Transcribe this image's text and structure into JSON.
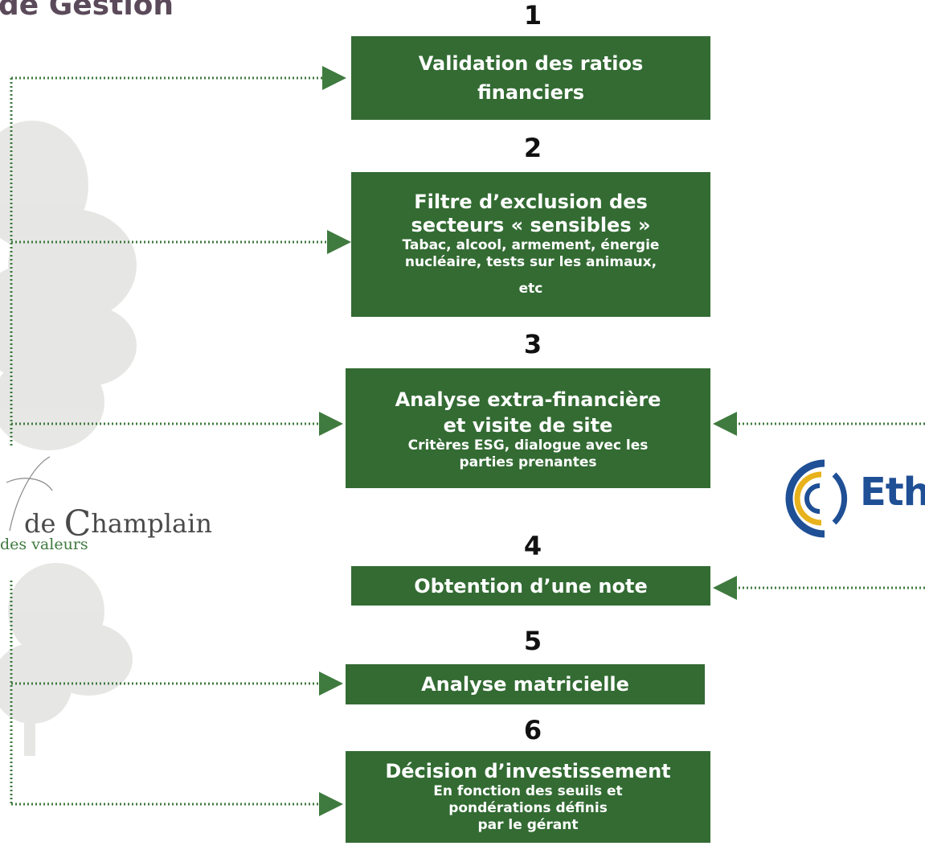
{
  "header": {
    "title": "de Gestion"
  },
  "steps": [
    {
      "number": "1",
      "title_line1": "Validation des ratios",
      "title_line2": "financiers"
    },
    {
      "number": "2",
      "title_line1": "Filtre d’exclusion des",
      "title_line2": "secteurs « sensibles »",
      "detail_line1": "Tabac, alcool, armement, énergie",
      "detail_line2": "nucléaire, tests sur les animaux,",
      "detail_line3": "etc"
    },
    {
      "number": "3",
      "title_line1": "Analyse extra-financière",
      "title_line2": "et visite de site",
      "detail_line1": "Critères ESG, dialogue avec les",
      "detail_line2": "parties prenantes"
    },
    {
      "number": "4",
      "title_line1": "Obtention d’une note"
    },
    {
      "number": "5",
      "title_line1": "Analyse matricielle"
    },
    {
      "number": "6",
      "title_line1": "Décision d’investissement",
      "detail_line1": "En fonction des seuils et",
      "detail_line2": "pondérations définis",
      "detail_line3": "par le gérant"
    }
  ],
  "logos": {
    "left": {
      "name_initial": "de",
      "name_cap": "C",
      "name_rest": "hamplain",
      "tagline": "des valeurs"
    },
    "right": {
      "name": "Eth"
    }
  },
  "colors": {
    "box": "#336b33",
    "connector": "#3f7a3f",
    "title": "#5b4a5a",
    "ethos_blue": "#1f4f95",
    "ethos_gold": "#e8b21c"
  }
}
